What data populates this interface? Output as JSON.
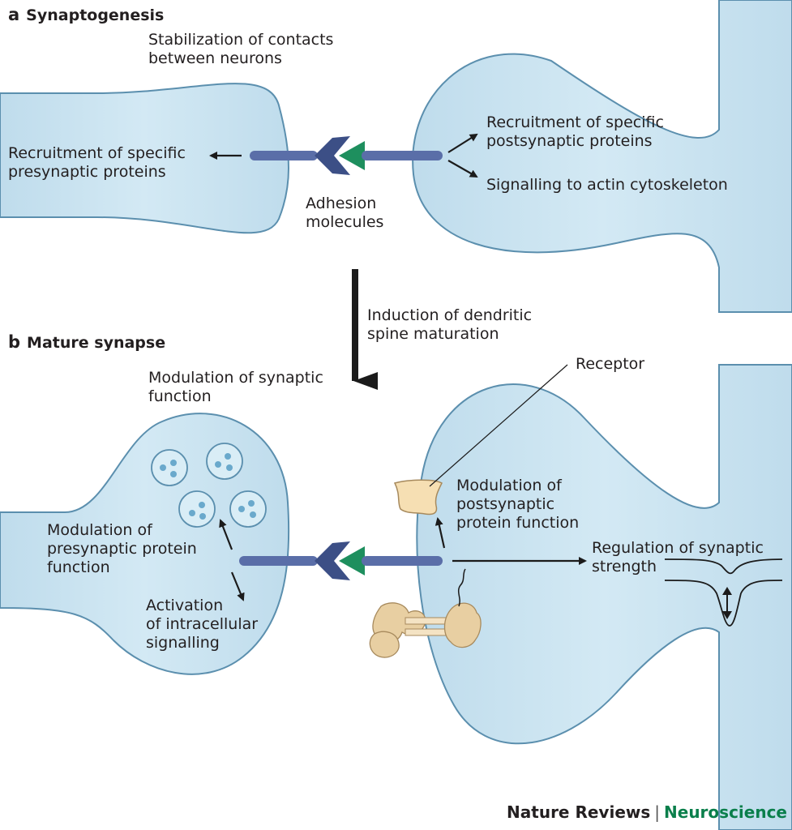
{
  "colors": {
    "cell_fill": "#c9e3f0",
    "cell_stroke": "#5b8fae",
    "adhesion": "#5a6ea8",
    "adhesion_dark": "#3c4f86",
    "ligand": "#1e8f5e",
    "receptor": "#f6dfb3",
    "receptor_stroke": "#a78a5d",
    "arrow": "#1b1b1b",
    "brand": "#0a7f4b"
  },
  "panel_a": {
    "letter": "a",
    "title": "Synaptogenesis",
    "stabilization": "Stabilization of contacts\nbetween neurons",
    "presynaptic_recruitment": "Recruitment of specific\npresynaptic proteins",
    "adhesion": "Adhesion\nmolecules",
    "postsynaptic_recruitment": "Recruitment of specific\npostsynaptic proteins",
    "actin": "Signalling to actin cytoskeleton"
  },
  "transition": "Induction of dendritic\nspine maturation",
  "panel_b": {
    "letter": "b",
    "title": "Mature synapse",
    "modulation_synaptic": "Modulation of synaptic\nfunction",
    "receptor": "Receptor",
    "modulation_post": "Modulation of\npostsynaptic\nprotein function",
    "modulation_pre": "Modulation of\npresynaptic protein\nfunction",
    "regulation": "Regulation of synaptic\nstrength",
    "activation": "Activation\nof intracellular\nsignalling"
  },
  "credit": {
    "journal": "Nature Reviews",
    "separator": "|",
    "subject": "Neuroscience"
  }
}
